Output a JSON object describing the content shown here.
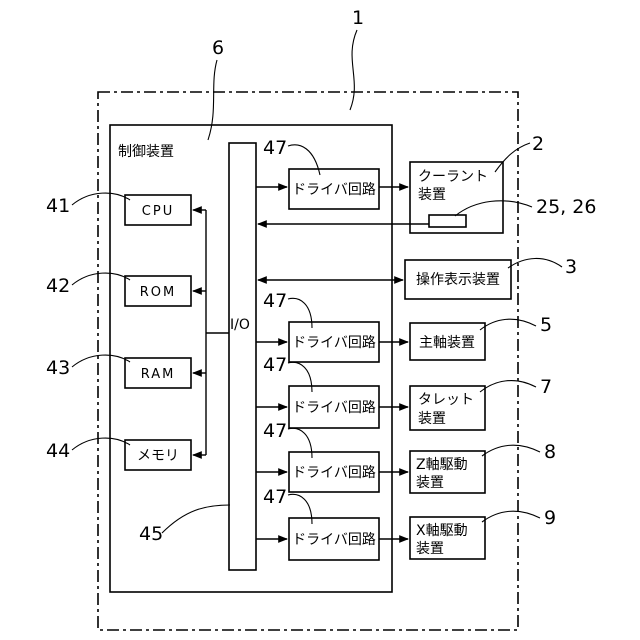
{
  "refs": {
    "machine": "1",
    "coolant": "2",
    "panel": "3",
    "spindle": "5",
    "controller": "6",
    "turret": "7",
    "z_axis": "8",
    "x_axis": "9",
    "cpu": "41",
    "rom": "42",
    "ram": "43",
    "memory": "44",
    "io": "45",
    "driver": "47",
    "sensor": "25, 26"
  },
  "labels": {
    "controller": "制御装置",
    "io": "I/O",
    "cpu": "CPU",
    "rom": "ROM",
    "ram": "RAM",
    "memory": "メモリ",
    "driver": "ドライバ回路",
    "coolant_line1": "クーラント",
    "coolant_line2": "装置",
    "panel": "操作表示装置",
    "spindle": "主軸装置",
    "turret_line1": "タレット",
    "turret_line2": "装置",
    "z_line1": "Z軸駆動",
    "z_line2": "装置",
    "x_line1": "X軸駆動",
    "x_line2": "装置"
  }
}
